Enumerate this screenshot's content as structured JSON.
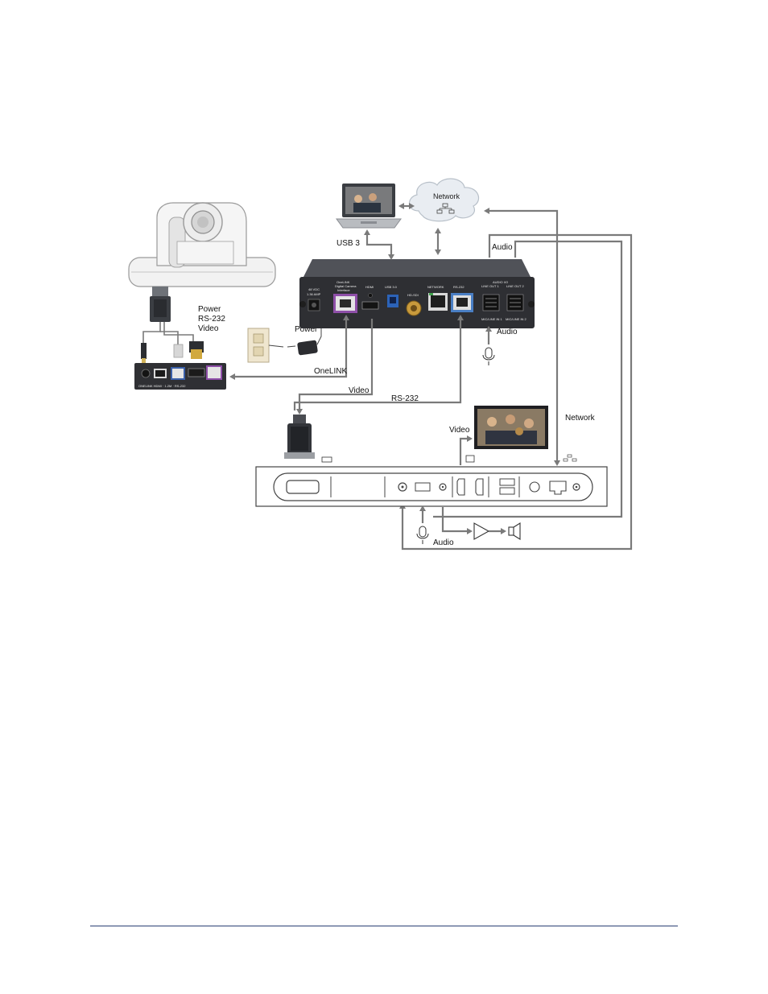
{
  "labels": {
    "usb3": "USB 3",
    "network_cloud": "Network",
    "audio_top": "Audio",
    "power_rs232_video_1": "Power",
    "power_rs232_video_2": "RS-232",
    "power_rs232_video_3": "Video",
    "power": "Power",
    "onelink": "OneLINK",
    "audio_right": "Audio",
    "video_mid": "Video",
    "rs232": "RS-232",
    "video_display": "Video",
    "network_right": "Network",
    "audio_bottom": "Audio"
  },
  "panel": {
    "dc": "48 VDC",
    "amp": "1.36 AMP",
    "onelink": "OneLINK",
    "onelink_sub1": "Digital Camera",
    "onelink_sub2": "Interface",
    "hdmi": "HDMI",
    "usb": "USB 3.0",
    "hdsdi": "HD-SDI",
    "network": "NETWORK",
    "rs232": "RS-232",
    "audio_io": "AUDIO I/O",
    "lineout1": "LINE OUT 1",
    "lineout2": "LINE OUT 2",
    "micline1": "MIC/LINE IN 1",
    "micline2": "MIC/LINE IN 2"
  },
  "colors": {
    "wire": "#7a7a7a",
    "device_dark": "#2e2f33",
    "onelink_purple": "#8e4fa8",
    "usb_blue": "#2c63b8",
    "rs232_blue": "#4a7fc4",
    "bnc_gold": "#c89a3c",
    "footer_rule": "#2b3f73"
  }
}
